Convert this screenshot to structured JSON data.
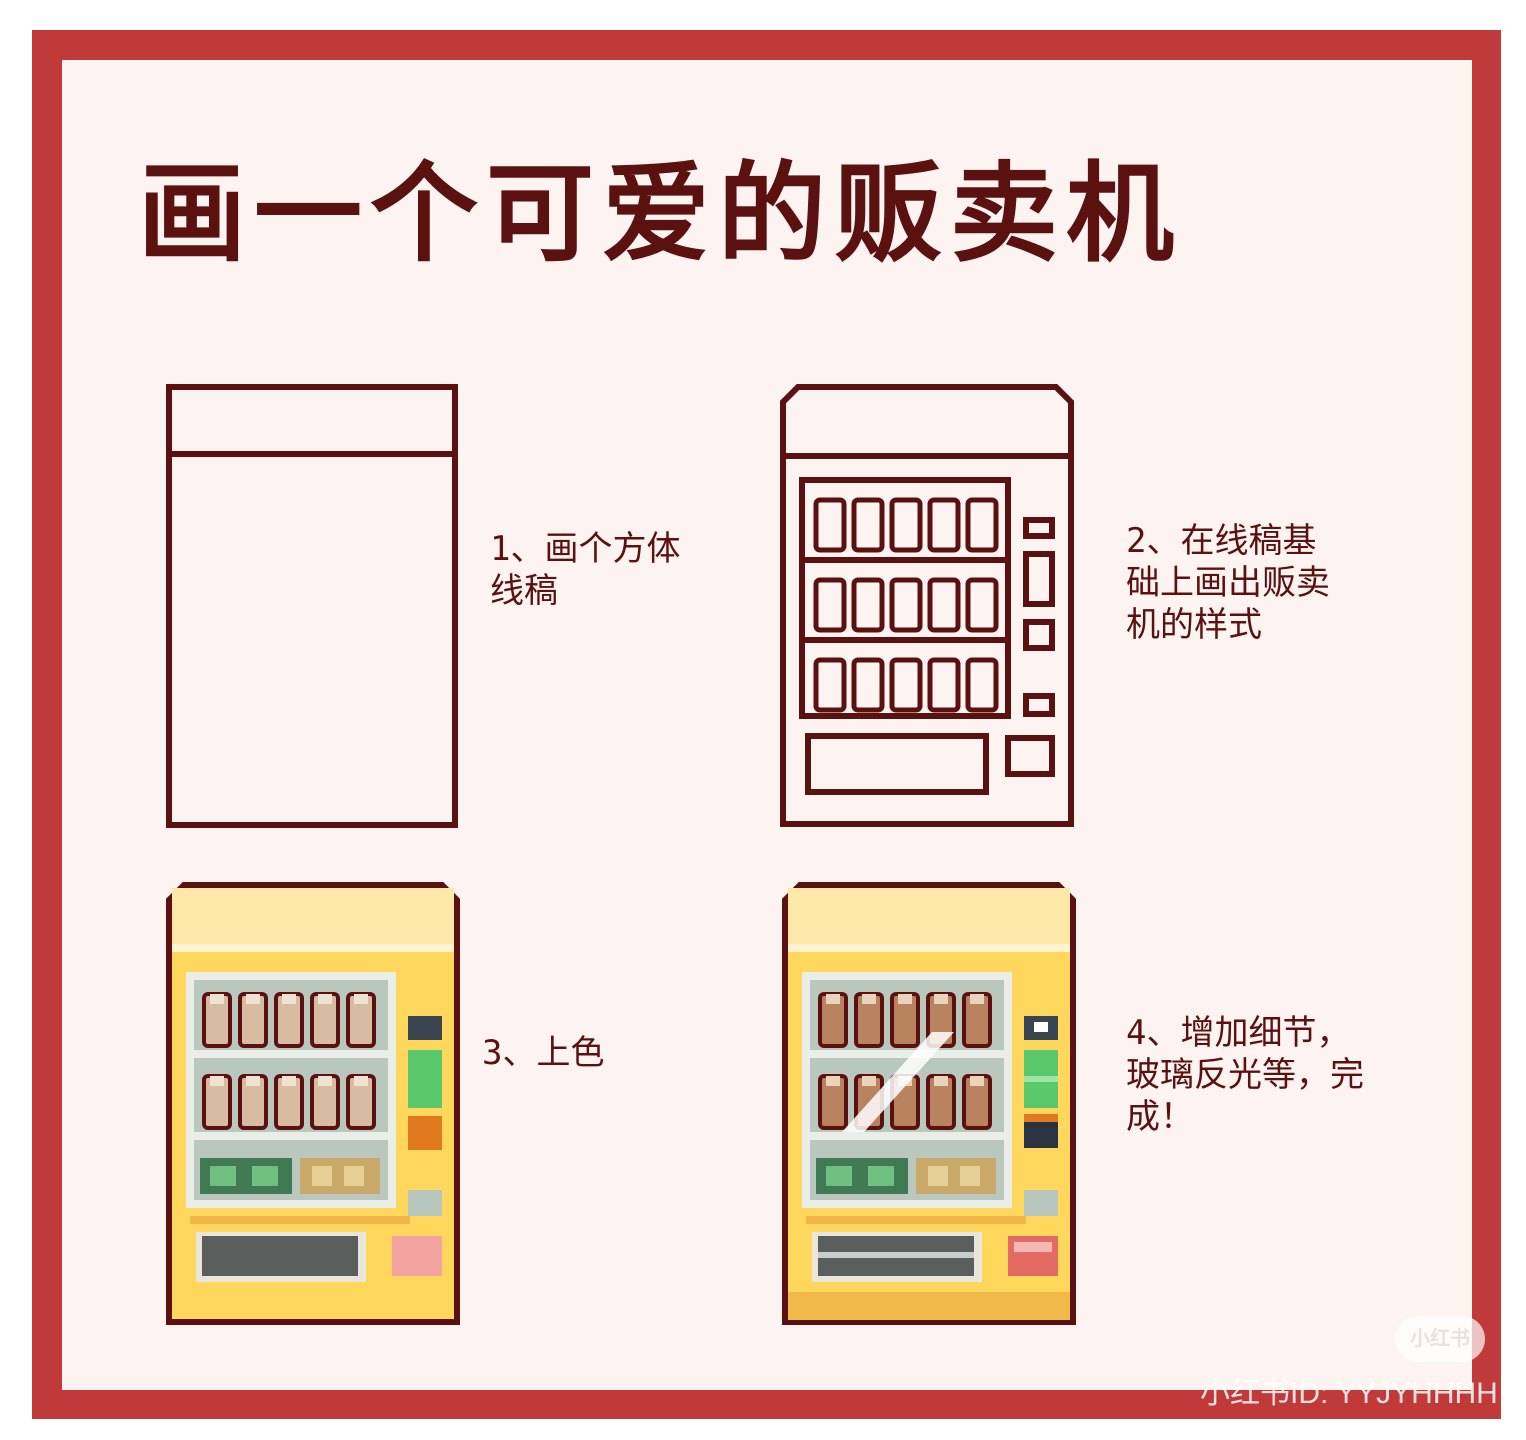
{
  "title": "画一个可爱的贩卖机",
  "steps": {
    "s1": [
      "1、画个方体",
      "线稿"
    ],
    "s2": [
      "2、在线稿基",
      "础上画出贩卖",
      "机的样式"
    ],
    "s3": [
      "3、上色"
    ],
    "s4": [
      "4、增加细节，",
      "玻璃反光等，完",
      "成！"
    ]
  },
  "watermark": {
    "badge": "小红书",
    "id": "小红书ID: YYJYHHHH"
  },
  "colors": {
    "frame": "#c03a39",
    "panel": "#fdf4f2",
    "outline": "#5c1111",
    "body_yellow": "#ffd75d",
    "top_cream": "#fde8a9",
    "glass_gray": "#b9c7bd",
    "bottle": "#d8bca2",
    "green": "#58c86b",
    "orange": "#e07a1e",
    "pink": "#f3a3a0"
  }
}
